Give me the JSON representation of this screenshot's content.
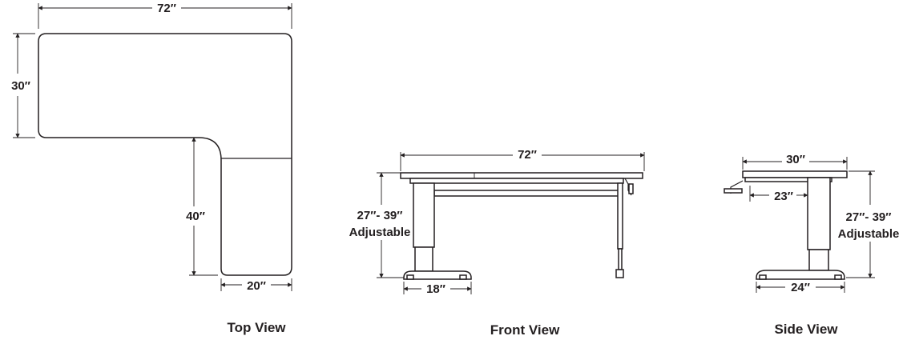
{
  "views": {
    "top": {
      "caption": "Top View",
      "dims": {
        "width": "72″",
        "depth": "30″",
        "return_length": "40″",
        "return_width": "20″"
      }
    },
    "front": {
      "caption": "Front View",
      "dims": {
        "width": "72″",
        "height_line1": "27″- 39″",
        "height_line2": "Adjustable",
        "foot": "18″"
      }
    },
    "side": {
      "caption": "Side View",
      "dims": {
        "width": "30″",
        "inner": "23″",
        "height_line1": "27″- 39″",
        "height_line2": "Adjustable",
        "foot": "24″"
      }
    }
  },
  "colors": {
    "line": "#231f20",
    "background": "#ffffff"
  }
}
